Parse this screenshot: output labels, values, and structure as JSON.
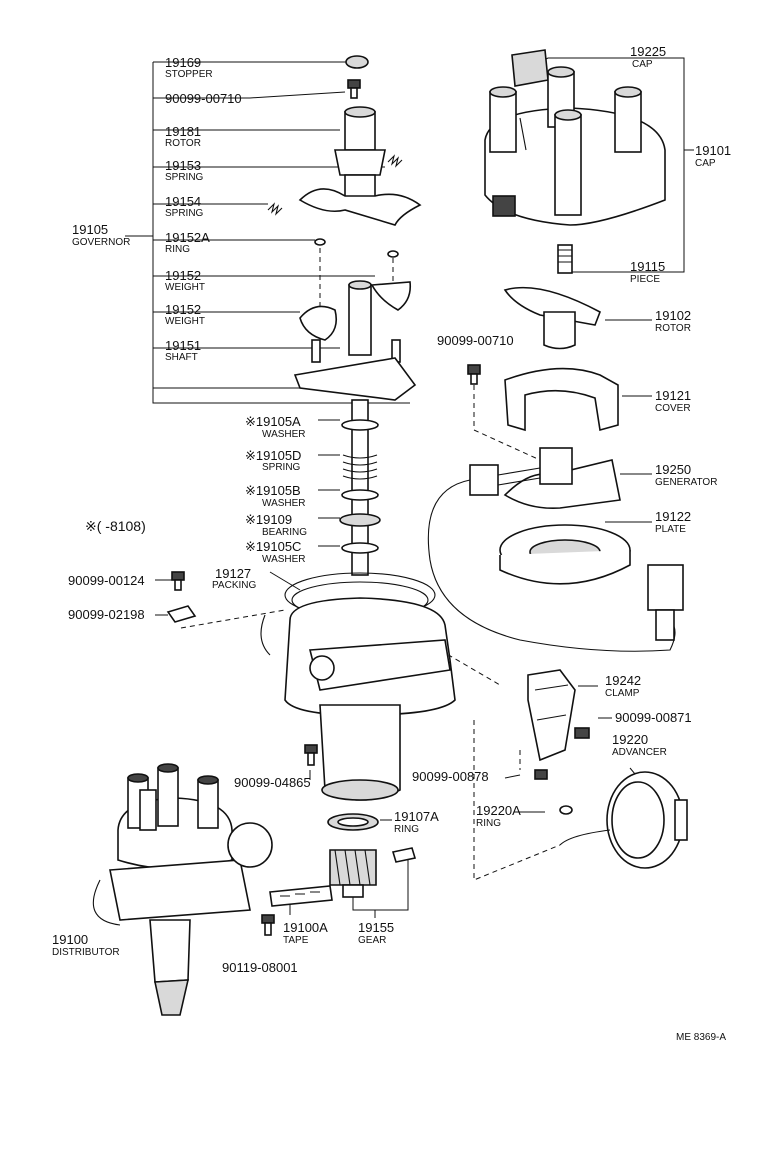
{
  "labels": {
    "p19169": {
      "num": "19169",
      "name": "STOPPER"
    },
    "p9009900710a": {
      "num": "90099-00710"
    },
    "p19181": {
      "num": "19181",
      "name": "ROTOR"
    },
    "p19153": {
      "num": "19153",
      "name": "SPRING"
    },
    "p19154": {
      "num": "19154",
      "name": "SPRING"
    },
    "p19105": {
      "num": "19105",
      "name": "GOVERNOR"
    },
    "p19152A": {
      "num": "19152A",
      "name": "RING"
    },
    "p19152a": {
      "num": "19152",
      "name": "WEIGHT"
    },
    "p19152b": {
      "num": "19152",
      "name": "WEIGHT"
    },
    "p19151": {
      "num": "19151",
      "name": "SHAFT"
    },
    "p19105A": {
      "num": "※19105A",
      "name": "WASHER"
    },
    "p19105D": {
      "num": "※19105D",
      "name": "SPRING"
    },
    "p19105B": {
      "num": "※19105B",
      "name": "WASHER"
    },
    "p19109": {
      "num": "※19109",
      "name": "BEARING"
    },
    "p19105C": {
      "num": "※19105C",
      "name": "WASHER"
    },
    "p19127": {
      "num": "19127",
      "name": "PACKING"
    },
    "p9009900124": {
      "num": "90099-00124"
    },
    "p9009902198": {
      "num": "90099-02198"
    },
    "p9009904865": {
      "num": "90099-04865"
    },
    "p19107A": {
      "num": "19107A",
      "name": "RING"
    },
    "p19100A": {
      "num": "19100A",
      "name": "TAPE"
    },
    "p19155": {
      "num": "19155",
      "name": "GEAR"
    },
    "p9011908001": {
      "num": "90119-08001"
    },
    "p19100": {
      "num": "19100",
      "name": "DISTRIBUTOR"
    },
    "p19225": {
      "num": "19225",
      "name": "CAP"
    },
    "p19101": {
      "num": "19101",
      "name": "CAP"
    },
    "p19115": {
      "num": "19115",
      "name": "PIECE"
    },
    "p19102": {
      "num": "19102",
      "name": "ROTOR"
    },
    "p9009900710b": {
      "num": "90099-00710"
    },
    "p19121": {
      "num": "19121",
      "name": "COVER"
    },
    "p19250": {
      "num": "19250",
      "name": "GENERATOR"
    },
    "p19122": {
      "num": "19122",
      "name": "PLATE"
    },
    "p19242": {
      "num": "19242",
      "name": "CLAMP"
    },
    "p9009900871": {
      "num": "90099-00871"
    },
    "p19220": {
      "num": "19220",
      "name": "ADVANCER"
    },
    "p9009900878": {
      "num": "90099-00878"
    },
    "p19220A": {
      "num": "19220A",
      "name": "RING"
    }
  },
  "note": "※(      -8108)",
  "figure_code": "ME 8369-A"
}
